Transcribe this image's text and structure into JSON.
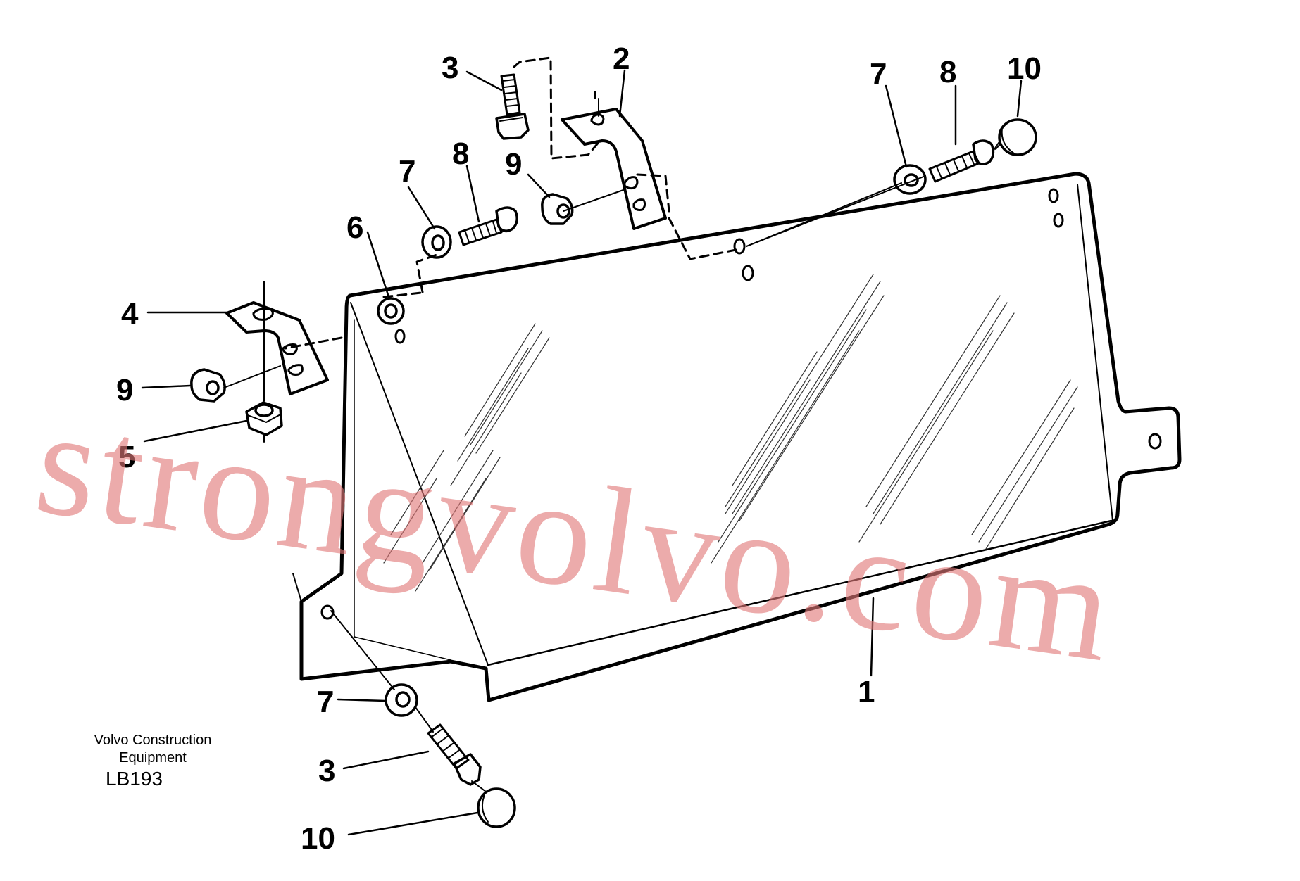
{
  "diagram": {
    "callouts": [
      {
        "id": "c1",
        "label": "1"
      },
      {
        "id": "c2",
        "label": "2"
      },
      {
        "id": "c3a",
        "label": "3"
      },
      {
        "id": "c3b",
        "label": "3"
      },
      {
        "id": "c4",
        "label": "4"
      },
      {
        "id": "c5",
        "label": "5"
      },
      {
        "id": "c6",
        "label": "6"
      },
      {
        "id": "c7a",
        "label": "7"
      },
      {
        "id": "c7b",
        "label": "7"
      },
      {
        "id": "c7c",
        "label": "7"
      },
      {
        "id": "c8a",
        "label": "8"
      },
      {
        "id": "c8b",
        "label": "8"
      },
      {
        "id": "c9a",
        "label": "9"
      },
      {
        "id": "c9b",
        "label": "9"
      },
      {
        "id": "c10a",
        "label": "10"
      },
      {
        "id": "c10b",
        "label": "10"
      }
    ]
  },
  "caption": {
    "company_line1": "Volvo Construction",
    "company_line2": "Equipment",
    "code": "LB193"
  },
  "watermark": "strongvolvo.com"
}
